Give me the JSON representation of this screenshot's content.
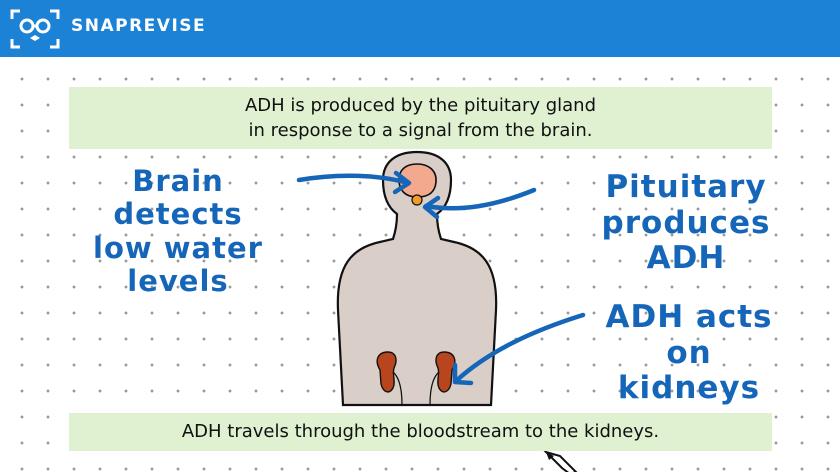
{
  "header": {
    "brand": "SNAPREVISE",
    "logo_icon": "owl-face-icon"
  },
  "colors": {
    "header": "#1b82d6",
    "handwriting": "#1566b8",
    "caption_box": "#dff1d0",
    "body": "#d9cfc8",
    "brain": "#f3a98e",
    "kidney": "#b8451d"
  },
  "captions": {
    "top": "ADH is produced by the pituitary gland\nin response to a signal from the brain.",
    "bottom": "ADH travels through the bloodstream to the kidneys."
  },
  "labels": {
    "brain": "Brain detects\nlow water\nlevels",
    "pituitary": "Pituitary produces\nADH",
    "kidneys": "ADH acts on\nkidneys"
  }
}
